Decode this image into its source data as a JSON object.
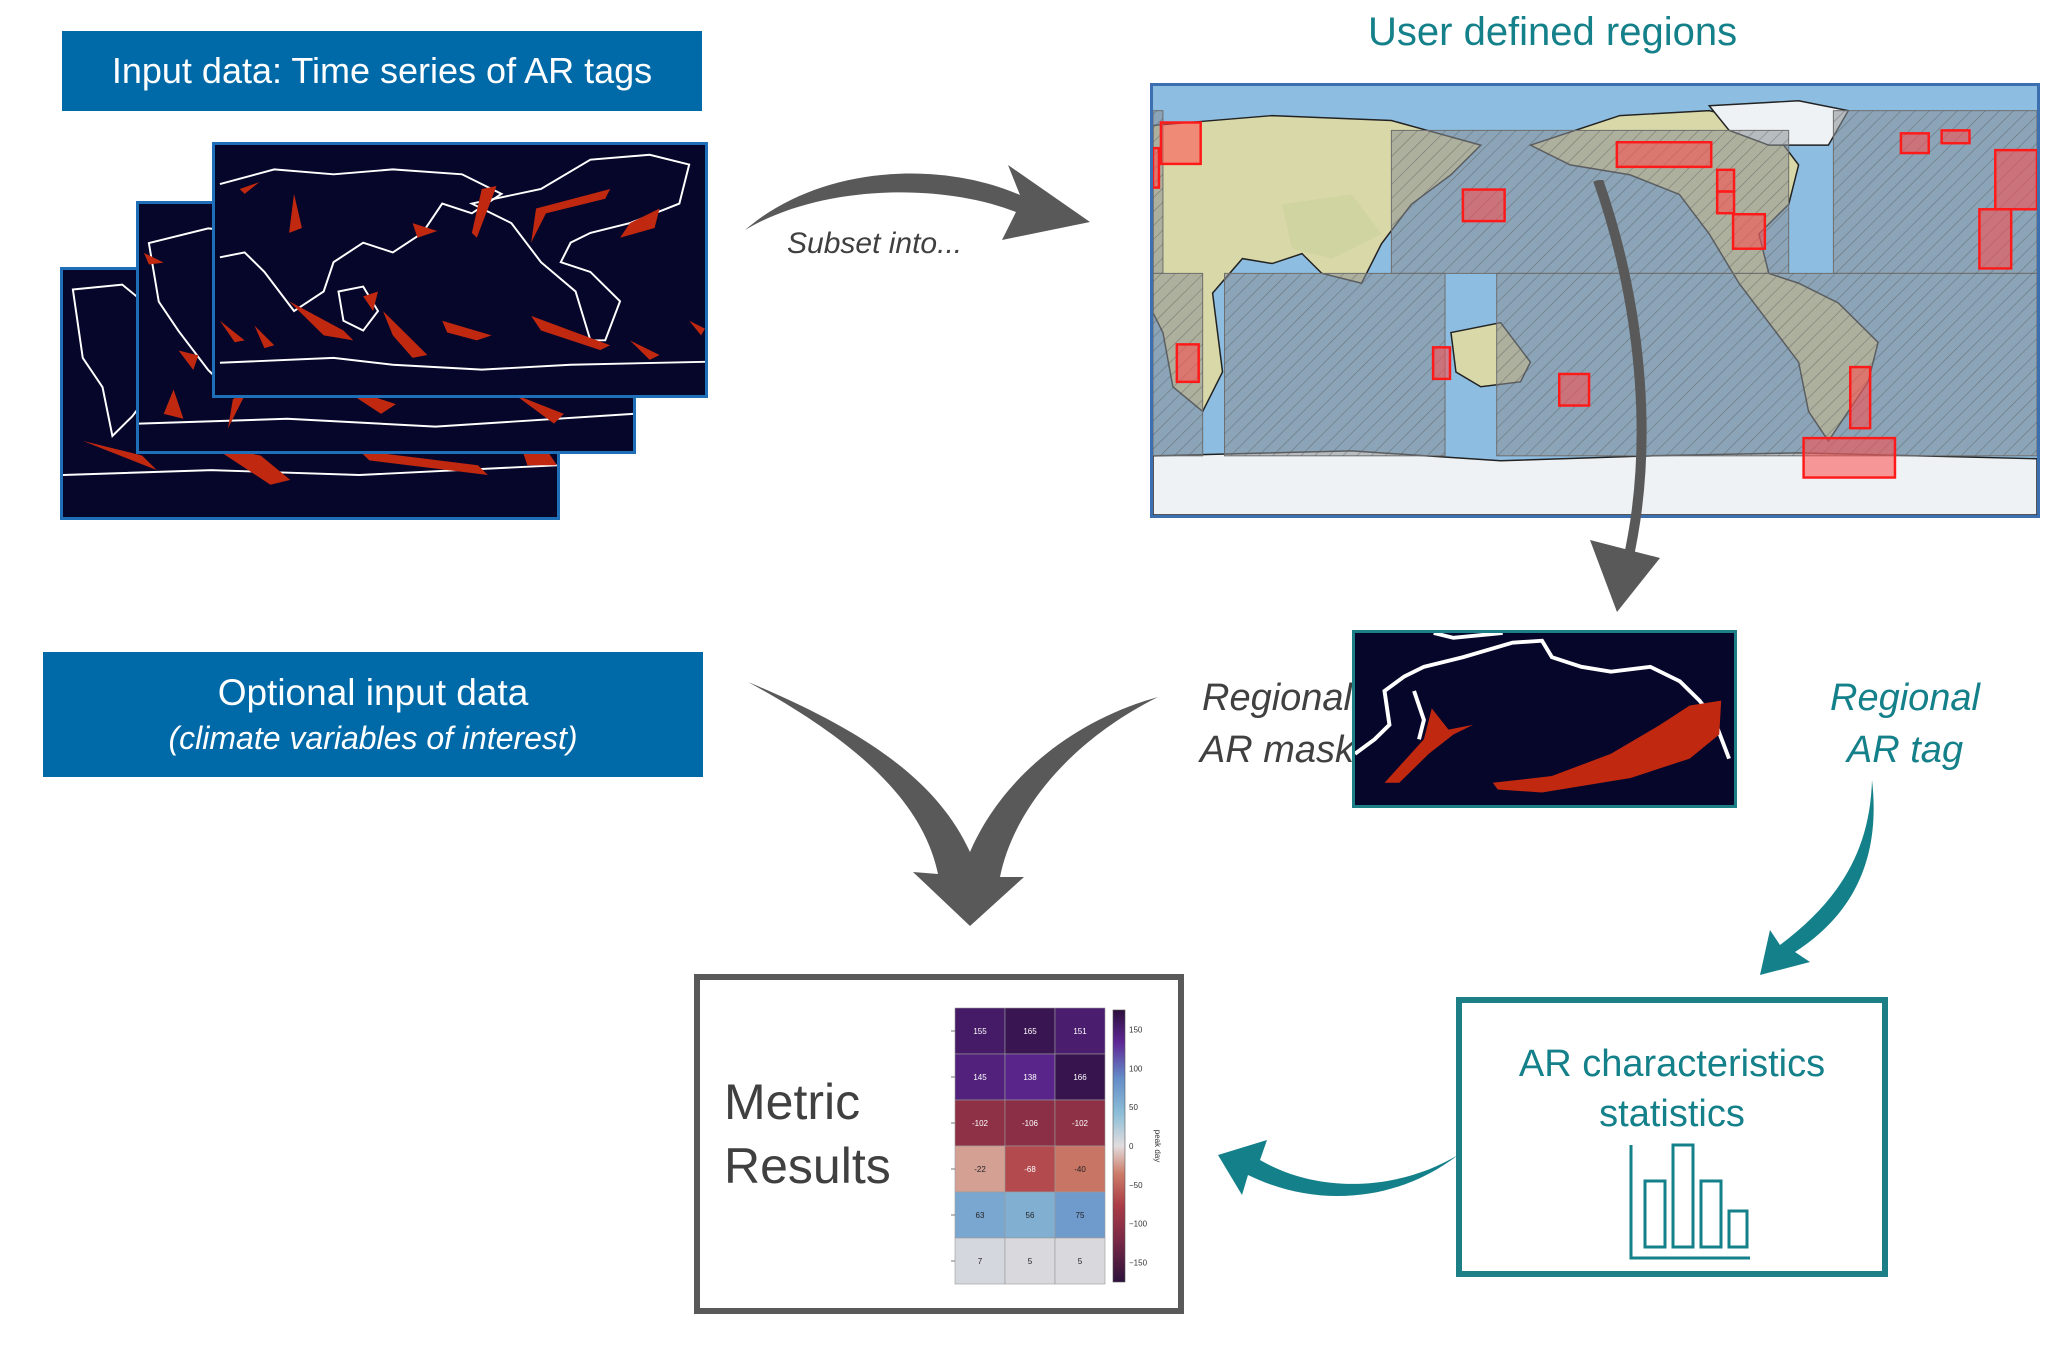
{
  "input_box": {
    "title": "Input data: Time series of AR tags"
  },
  "arrow_subset": {
    "label": "Subset into..."
  },
  "regions": {
    "title": "User defined regions"
  },
  "optional_box": {
    "title": "Optional input data",
    "subtitle": "(climate variables of interest)"
  },
  "mask_label": {
    "line1": "Regional",
    "line2": "AR mask"
  },
  "tag_label": {
    "line1": "Regional",
    "line2": "AR tag"
  },
  "stats_box": {
    "line1": "AR characteristics",
    "line2": "statistics",
    "icon": "bar-chart-icon"
  },
  "metric_box": {
    "line1": "Metric",
    "line2": "Results"
  },
  "colors": {
    "blue_box": "#0069a8",
    "teal": "#14808a",
    "arrow_gray": "#595959",
    "map_ocean": "#06062a",
    "ar_red": "#c0280f",
    "region_red": "#ff2020"
  },
  "chart_data": {
    "type": "heatmap",
    "rows": 6,
    "cols": 3,
    "values": [
      [
        155,
        165,
        151
      ],
      [
        145,
        138,
        166
      ],
      [
        -102,
        -106,
        -102
      ],
      [
        -22,
        -68,
        -40
      ],
      [
        63,
        56,
        75
      ],
      [
        7,
        5,
        5
      ]
    ],
    "colorbar": {
      "label": "peak day",
      "ticks": [
        150,
        100,
        50,
        0,
        -50,
        -100,
        -150
      ],
      "range": [
        -175,
        175
      ]
    }
  }
}
